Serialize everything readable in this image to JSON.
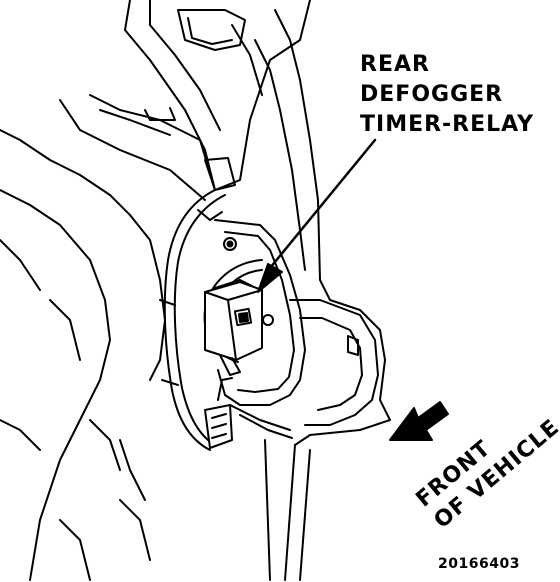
{
  "callout": {
    "line1": "REAR",
    "line2": "DEFOGGER",
    "line3": "TIMER-RELAY"
  },
  "direction": {
    "line1": "FRONT",
    "line2": "OF VEHICLE"
  },
  "figure_number": "20166403"
}
